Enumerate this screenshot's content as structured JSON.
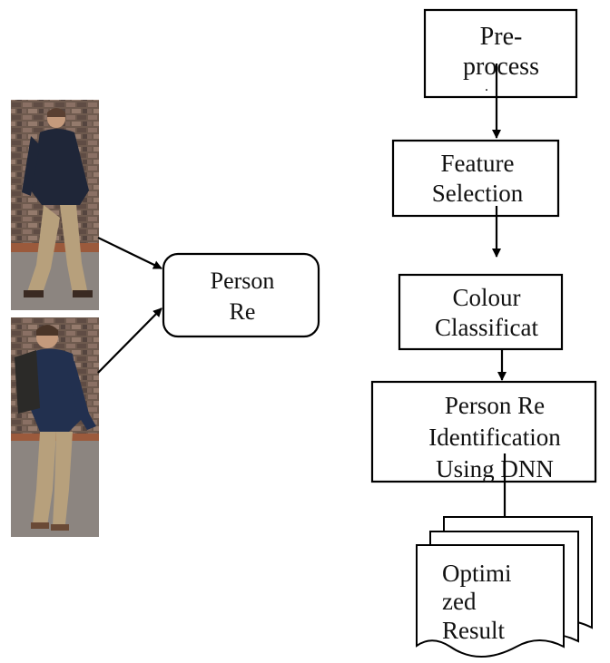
{
  "colors": {
    "line": "#000000",
    "brick": "#6e5a4e",
    "brick_dark": "#4a3c36",
    "ground": "#8c8580",
    "jacket": "#1f2638",
    "pants": "#b7a07c",
    "skin": "#c49a7c",
    "backpack": "#2b2a28"
  },
  "photos": [
    {
      "subject": "person-walking-photo"
    },
    {
      "subject": "person-with-backpack-photo"
    }
  ],
  "person_re_box": {
    "lines": [
      "Person",
      "Re"
    ]
  },
  "flow": [
    {
      "id": "preprocess",
      "lines": [
        "Pre-",
        "process",
        "."
      ]
    },
    {
      "id": "feature-selection",
      "lines": [
        "Feature",
        "Selection"
      ]
    },
    {
      "id": "colour-classification",
      "lines": [
        "Colour",
        "Classificat"
      ]
    },
    {
      "id": "person-reid-dnn",
      "lines": [
        "Person Re",
        "Identification",
        "Using DNN"
      ]
    }
  ],
  "result_doc": {
    "lines": [
      "Optimi",
      "zed",
      "Result"
    ]
  }
}
